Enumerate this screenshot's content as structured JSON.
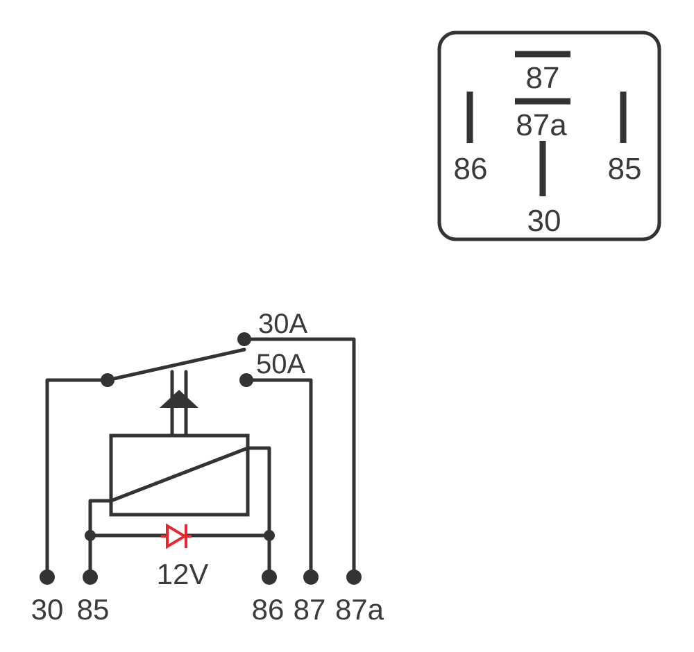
{
  "pinout": {
    "pins": {
      "top": "87",
      "middle": "87a",
      "left": "86",
      "right": "85",
      "bottom": "30"
    }
  },
  "schematic": {
    "contact_no_rating": "30A",
    "contact_nc_rating": "50A",
    "coil_voltage": "12V",
    "terminals": [
      "30",
      "85",
      "86",
      "87",
      "87a"
    ]
  },
  "colors": {
    "line": "#333333",
    "text": "#3a3a3a",
    "diode": "#e8262d"
  }
}
